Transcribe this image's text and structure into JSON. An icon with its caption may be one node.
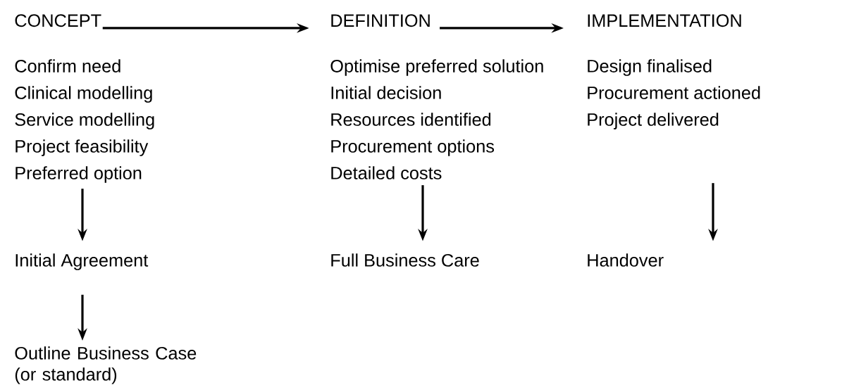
{
  "diagram": {
    "nodes": [
      {
        "text": [
          "CONCEPT"
        ]
      },
      {
        "text": [
          "DEFINITION"
        ]
      },
      {
        "text": [
          "IMPLEMENTATION"
        ]
      },
      {
        "text": [
          "Confirm need",
          "Clinical modelling",
          "Service modelling",
          "Project feasibility",
          "Preferred option"
        ]
      },
      {
        "text": [
          "Initial Agreement"
        ]
      },
      {
        "text": [
          "Outline Business Case (or standard)"
        ]
      },
      {
        "text": [
          "Optimise preferred solution",
          "Initial decision",
          "Resources identified",
          "Procurement options",
          "Detailed costs"
        ]
      },
      {
        "text": [
          "Full Business Care"
        ]
      },
      {
        "text": [
          "Design finalised",
          "Procurement actioned",
          "Project delivered"
        ]
      },
      {
        "text": [
          "Handover"
        ]
      }
    ],
    "edges": [
      {
        "from": 0,
        "to": 1,
        "arrow": "to"
      },
      {
        "from": 1,
        "to": 2,
        "arrow": "to"
      },
      {
        "from": 3,
        "to": 4,
        "arrow": "to"
      },
      {
        "from": 4,
        "to": 5,
        "arrow": "to"
      },
      {
        "from": 6,
        "to": 7,
        "arrow": "to"
      },
      {
        "from": 8,
        "to": 9,
        "arrow": "to"
      }
    ]
  }
}
